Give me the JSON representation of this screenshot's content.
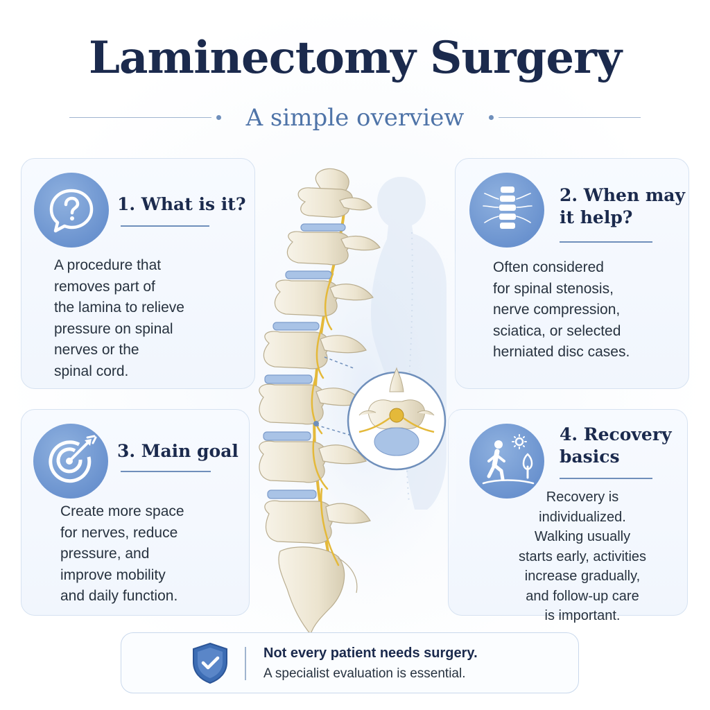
{
  "header": {
    "title": "Laminectomy Surgery",
    "subtitle": "A simple overview"
  },
  "cards": [
    {
      "title_lines": [
        "1. What is it?"
      ],
      "icon": "question-bubble-icon",
      "text_lines": [
        "A procedure that",
        "removes part of",
        "the lamina to relieve",
        "pressure on spinal",
        "nerves or the",
        "spinal cord."
      ]
    },
    {
      "title_lines": [
        "2. When may",
        "it help?"
      ],
      "icon": "spine-nerves-icon",
      "text_lines": [
        "Often considered",
        "for spinal stenosis,",
        "nerve compression,",
        "sciatica, or selected",
        "herniated disc cases."
      ]
    },
    {
      "title_lines": [
        "3. Main goal"
      ],
      "icon": "target-arrow-icon",
      "text_lines": [
        "Create more space",
        "for nerves, reduce",
        "pressure, and",
        "improve mobility",
        "and daily function."
      ]
    },
    {
      "title_lines": [
        "4. Recovery",
        "basics"
      ],
      "icon": "walking-person-icon",
      "text_lines": [
        "Recovery is",
        "individualized.",
        "Walking usually",
        "starts early, activities",
        "increase gradually,",
        "and follow-up care",
        "is important."
      ]
    }
  ],
  "notice": {
    "icon": "shield-check-icon",
    "strong": "Not every patient needs surgery.",
    "sub": "A specialist evaluation is essential."
  },
  "colors": {
    "accent": "#6b93cf",
    "title": "#1b2a4d",
    "subtitle": "#4f74a8",
    "bone": "#ece5d3",
    "disc": "#a9c3e6",
    "nerve": "#e4b93a"
  }
}
